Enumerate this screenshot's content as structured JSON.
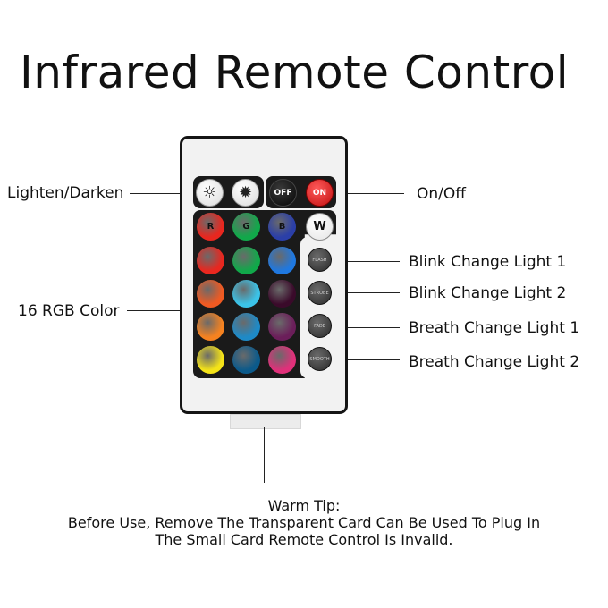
{
  "title": "Infrared Remote Control",
  "labels": {
    "lighten_darken": "Lighten/Darken",
    "on_off": "On/Off",
    "rgb": "16 RGB Color",
    "blink1": "Blink Change Light 1",
    "blink2": "Blink Change Light 2",
    "breath1": "Breath Change Light 1",
    "breath2": "Breath Change Light 2"
  },
  "remote": {
    "off_label": "OFF",
    "on_label": "ON",
    "r_label": "R",
    "g_label": "G",
    "b_label": "B",
    "w_label": "W",
    "flash_label": "FLASH",
    "strobe_label": "STROBE",
    "fade_label": "FADE",
    "smooth_label": "SMOOTH",
    "brightness_up_icon": "brightness-up-icon",
    "brightness_down_icon": "brightness-down-icon"
  },
  "color_rows": [
    [
      "#e8271f",
      "#11a84a",
      "#1f78e0"
    ],
    [
      "#f05a22",
      "#3bc3e8",
      "#3a0a2a"
    ],
    [
      "#f58220",
      "#1e8ac7",
      "#6b1e5a"
    ],
    [
      "#f4e318",
      "#0c5a8a",
      "#e0307a"
    ]
  ],
  "primary_colors": {
    "r": "#e8271f",
    "g": "#11a84a",
    "b": "#2b3fa8"
  },
  "tip": {
    "heading": "Warm Tip:",
    "line1": "Before Use, Remove The Transparent Card Can Be Used To Plug In",
    "line2": "The Small Card Remote Control Is Invalid."
  }
}
